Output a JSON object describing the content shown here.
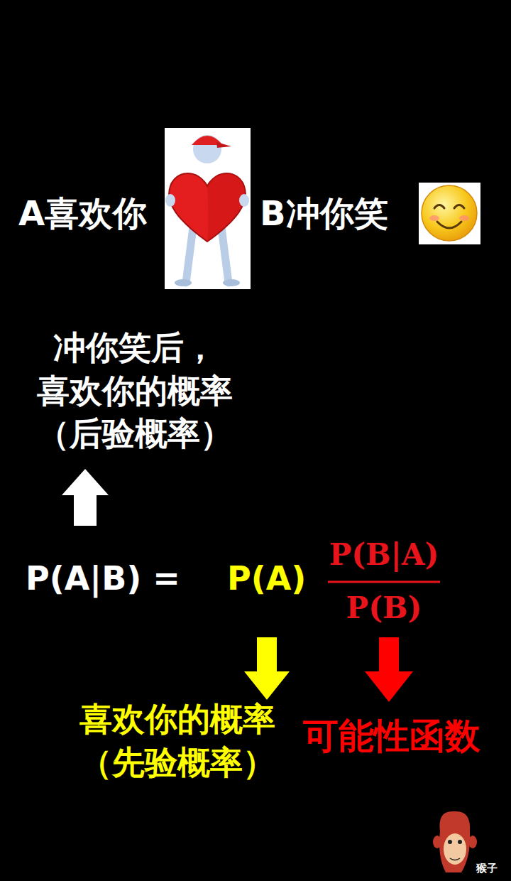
{
  "diagram": {
    "labels": [
      "A喜欢你",
      "B冲你笑",
      "冲你笑后， 喜欢你的概率 （后验概率）",
      "P(A|B) =",
      "P(A)",
      "P(B|A)",
      "P(B)",
      "喜欢你的概率 （先验概率）",
      "可能性函数",
      "猴子"
    ]
  }
}
